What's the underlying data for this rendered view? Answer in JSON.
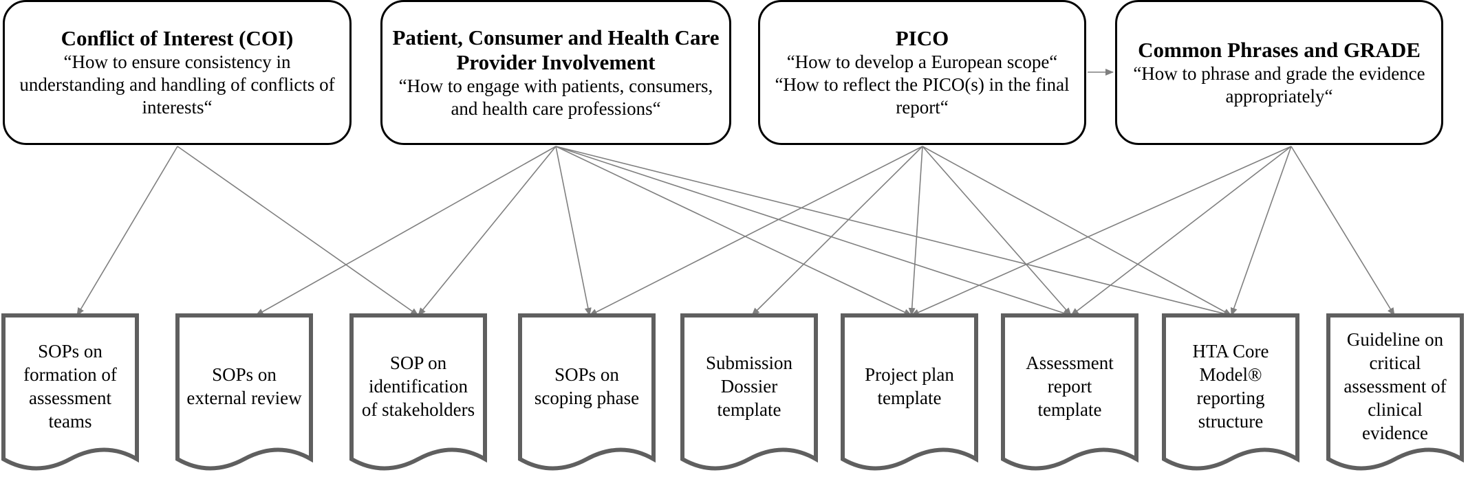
{
  "top_boxes": [
    {
      "title": "Conflict of Interest (COI)",
      "subtitle": "“How to ensure consistency in understanding and handling of conflicts of interests“"
    },
    {
      "title": "Patient, Consumer and Health Care Provider Involvement",
      "subtitle": "“How to engage with patients, consumers, and health care professions“"
    },
    {
      "title": "PICO",
      "subtitle": "“How to develop a European scope“ “How to reflect the PICO(s) in the final report“"
    },
    {
      "title": "Common Phrases and GRADE",
      "subtitle": "“How to phrase and grade the evidence appropriately“"
    }
  ],
  "documents": [
    {
      "label": "SOPs on\nformation of\nassessment\nteams"
    },
    {
      "label": "SOPs on\nexternal review"
    },
    {
      "label": "SOP on\nidentification\nof stakeholders"
    },
    {
      "label": "SOPs on\nscoping phase"
    },
    {
      "label": "Submission\nDossier\ntemplate"
    },
    {
      "label": "Project plan\ntemplate"
    },
    {
      "label": "Assessment\nreport\ntemplate"
    },
    {
      "label": "HTA Core\nModel® \nreporting\nstructure"
    },
    {
      "label": "Guideline on\ncritical\nassessment of\nclinical\nevidence"
    }
  ],
  "colors": {
    "arrow": "#7f7f7f",
    "box_border": "#000000",
    "doc_border": "#5f5f5f"
  }
}
